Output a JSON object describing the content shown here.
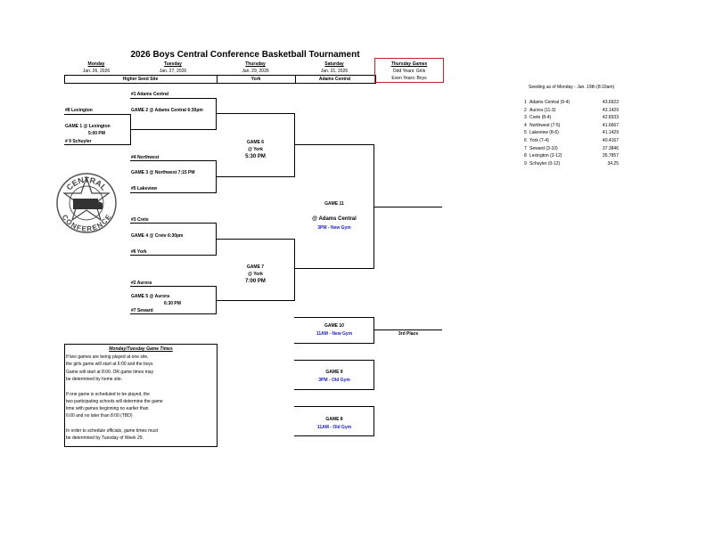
{
  "title": "2026 Boys Central Conference Basketball Tournament",
  "columns": [
    {
      "day": "Monday",
      "date": "Jan. 26, 2026"
    },
    {
      "day": "Tuesday",
      "date": "Jan. 27, 2026"
    },
    {
      "day": "Thursday",
      "date": "Jan. 29, 2026"
    },
    {
      "day": "Saturday",
      "date": "Jan. 31, 2026"
    }
  ],
  "sites": {
    "higher_seed": "Higher Seed Site",
    "thursday": "York",
    "saturday": "Adams Central"
  },
  "thursday_box": {
    "title": "Thursday Games",
    "odd": "Odd Years:  Girls",
    "even": "Even Years:  Boys"
  },
  "seeding": {
    "title": "Seeding as of Monday - Jan. 19th (8:10am)",
    "rows": [
      {
        "rank": "1",
        "team": "Adams Central (9-4)",
        "score": "43.6923"
      },
      {
        "rank": "2",
        "team": "Aurora (11-3)",
        "score": "43.1429"
      },
      {
        "rank": "3",
        "team": "Crete (8-4)",
        "score": "42.8333"
      },
      {
        "rank": "4",
        "team": "Northwest (7-5)",
        "score": "41.6667"
      },
      {
        "rank": "5",
        "team": "Lakeview (8-6)",
        "score": "41.1429"
      },
      {
        "rank": "6",
        "team": "York (7-4)",
        "score": "40.4167"
      },
      {
        "rank": "7",
        "team": "Seward (3-10)",
        "score": "37.3846"
      },
      {
        "rank": "8",
        "team": "Lexington (2-12)",
        "score": "35.7857"
      },
      {
        "rank": "9",
        "team": "Schuyler (0-12)",
        "score": "34.25"
      }
    ]
  },
  "bracket": {
    "seed1": "#1 Adams Central",
    "game2": "GAME 2 @ Adams Central  6:30pm",
    "seed8": "#8 Lexington",
    "game1": "GAME 1 @ Lexington",
    "game1_time": "5:00 PM",
    "seed9": "# 9 Schuyler",
    "seed4": "#4 Northwest",
    "game3": "GAME 3 @ Northwest  7:15 PM",
    "seed5": "#5 Lakeview",
    "seed3": "#3 Crete",
    "game4": "GAME 4  @ Crete  6:30pm",
    "seed6": "#6 York",
    "seed2": "#2 Aurora",
    "game5": "GAME 5 @ Aurora",
    "game5_time": "6:30 PM",
    "seed7": "#7 Seward",
    "game6": "GAME 6",
    "game6_site": "@ York",
    "game6_time": "5:30 PM",
    "game7": "GAME 7",
    "game7_site": "@ York",
    "game7_time": "7:00 PM",
    "game11": "GAME 11",
    "game11_site": "@ Adams Central",
    "game11_time": "3PM - New Gym",
    "game10": "GAME 10",
    "game10_time": "11AM - New Gym",
    "third_place": "3rd Place",
    "game9": "GAME 9",
    "game9_time": "3PM - Old Gym",
    "game8": "GAME 8",
    "game8_time": "11AM - Old Gym"
  },
  "logo": {
    "top_text": "CENTRAL",
    "bottom_text": "CONFERENCE"
  },
  "notes": {
    "title": "Monday/Tuesday Game Times",
    "lines": [
      "If two games are being played at one site,",
      "the girls game will start at 6:00 and the boys",
      "Game will start at 8:00.  OR game times may",
      "be determined by home site.",
      "",
      "If one game is scheduled to be played, the",
      "two participating schools will determine the game",
      "time with games beginning no earlier than",
      "6:00 and no later than 8:00 (TBD)",
      "",
      "In order to schedule officials, game times must",
      "be determined by Tuesday of Week 29."
    ]
  }
}
